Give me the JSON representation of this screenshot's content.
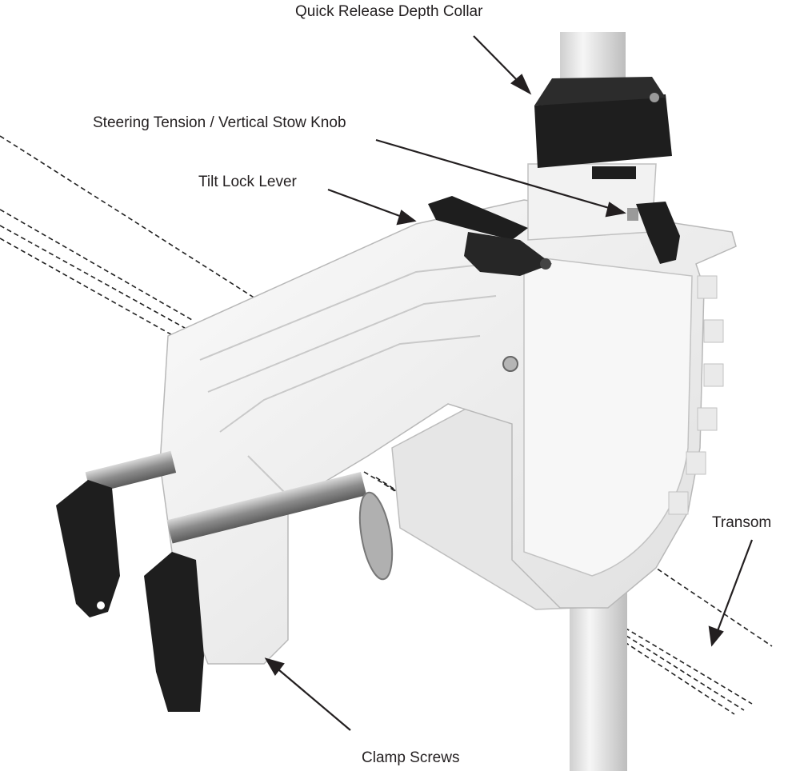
{
  "labels": {
    "quick_release_depth_collar": "Quick Release Depth Collar",
    "steering_tension_knob": "Steering Tension / Vertical Stow Knob",
    "tilt_lock_lever": "Tilt Lock Lever",
    "transom": "Transom",
    "clamp_screws": "Clamp Screws"
  },
  "colors": {
    "label_text": "#231f20",
    "mount_body": "#f4f4f4",
    "mount_shadow": "#d6d6d6",
    "knobs": "#1e1e1e",
    "shaft": "#e8e8e8",
    "screw": "#9a9a9a"
  }
}
